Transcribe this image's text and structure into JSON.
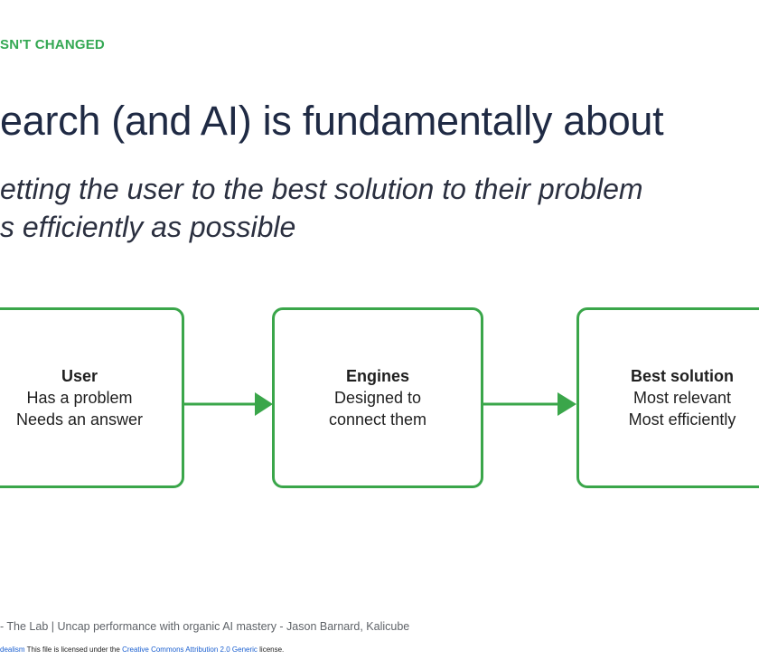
{
  "kicker": "SN'T CHANGED",
  "title": "earch (and AI) is fundamentally about",
  "subtitle": {
    "line1": "etting the user to the best solution to their problem",
    "line2": "s efficiently as possible"
  },
  "diagram": {
    "boxes": [
      {
        "heading": "User",
        "line1": "Has a problem",
        "line2": "Needs an answer"
      },
      {
        "heading": "Engines",
        "line1": "Designed to",
        "line2": "connect them"
      },
      {
        "heading": "Best solution",
        "line1": "Most relevant",
        "line2": "Most efficiently"
      }
    ],
    "colors": {
      "border": "#3aa64a",
      "arrow": "#3aa64a",
      "kicker": "#34a853"
    }
  },
  "footer": "- The Lab  |  Uncap performance with organic AI mastery - Jason Barnard, Kalicube",
  "license": {
    "link1": "dealism",
    "middle": "This file is licensed under the",
    "link2": "Creative Commons Attribution 2.0 Generic",
    "end": "license."
  }
}
